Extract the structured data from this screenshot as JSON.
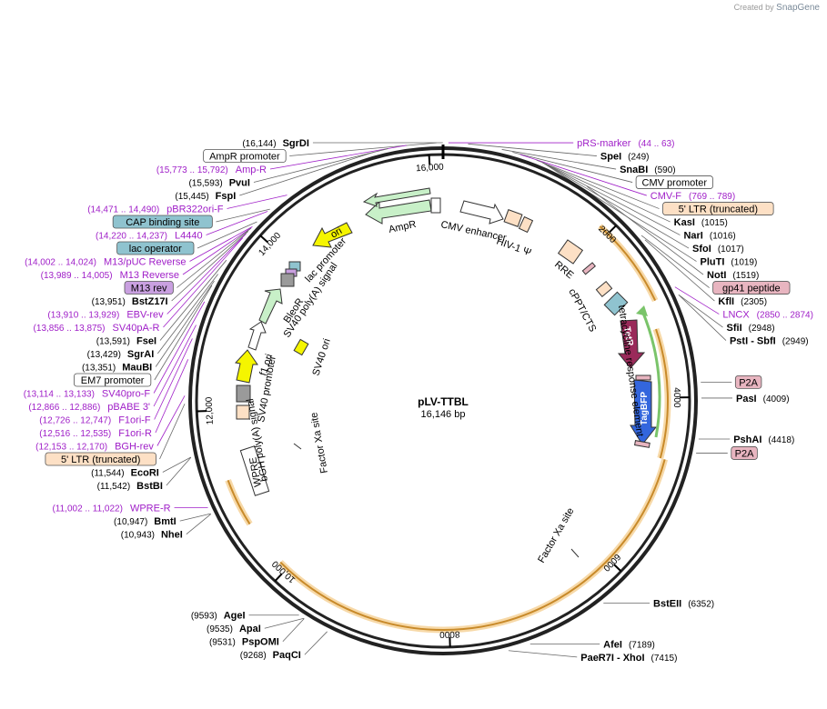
{
  "credit": {
    "prefix": "Created by",
    "brand": "SnapGene"
  },
  "plasmid": {
    "name": "pLV-TTBL",
    "length_label": "16,146 bp",
    "total_bp": 16146
  },
  "ticks": [
    {
      "label": "2000",
      "bp": 2000
    },
    {
      "label": "4000",
      "bp": 4000
    },
    {
      "label": "6000",
      "bp": 6000
    },
    {
      "label": "8000",
      "bp": 8000
    },
    {
      "label": "10,000",
      "bp": 10000
    },
    {
      "label": "12,000",
      "bp": 12000
    },
    {
      "label": "14,000",
      "bp": 14000
    },
    {
      "label": "16,000",
      "bp": 16000
    }
  ],
  "enzymes": [
    {
      "name": "SgrDI",
      "pos": "(16,144)",
      "bp": 16144,
      "side": "left"
    },
    {
      "name": "SpeI",
      "pos": "(249)",
      "bp": 249,
      "side": "right"
    },
    {
      "name": "SnaBI",
      "pos": "(590)",
      "bp": 590,
      "side": "right"
    },
    {
      "name": "KasI",
      "pos": "(1015)",
      "bp": 1015,
      "side": "right"
    },
    {
      "name": "NarI",
      "pos": "(1016)",
      "bp": 1016,
      "side": "right"
    },
    {
      "name": "SfoI",
      "pos": "(1017)",
      "bp": 1017,
      "side": "right"
    },
    {
      "name": "PluTI",
      "pos": "(1019)",
      "bp": 1019,
      "side": "right"
    },
    {
      "name": "NotI",
      "pos": "(1519)",
      "bp": 1519,
      "side": "right"
    },
    {
      "name": "KflI",
      "pos": "(2305)",
      "bp": 2305,
      "side": "right"
    },
    {
      "name": "SfiI",
      "pos": "(2948)",
      "bp": 2948,
      "side": "right"
    },
    {
      "name": "PstI  - SbfI",
      "pos": "(2949)",
      "bp": 2949,
      "side": "right"
    },
    {
      "name": "PasI",
      "pos": "(4009)",
      "bp": 4009,
      "side": "right"
    },
    {
      "name": "PshAI",
      "pos": "(4418)",
      "bp": 4418,
      "side": "right"
    },
    {
      "name": "BstEII",
      "pos": "(6352)",
      "bp": 6352,
      "side": "right"
    },
    {
      "name": "AfeI",
      "pos": "(7189)",
      "bp": 7189,
      "side": "right"
    },
    {
      "name": "PaeR7I  - XhoI",
      "pos": "(7415)",
      "bp": 7415,
      "side": "right"
    },
    {
      "name": "PaqCI",
      "pos": "(9268)",
      "bp": 9268,
      "side": "left"
    },
    {
      "name": "PspOMI",
      "pos": "(9531)",
      "bp": 9531,
      "side": "left"
    },
    {
      "name": "ApaI",
      "pos": "(9535)",
      "bp": 9535,
      "side": "left"
    },
    {
      "name": "AgeI",
      "pos": "(9593)",
      "bp": 9593,
      "side": "left"
    },
    {
      "name": "NheI",
      "pos": "(10,943)",
      "bp": 10943,
      "side": "left"
    },
    {
      "name": "BmtI",
      "pos": "(10,947)",
      "bp": 10947,
      "side": "left"
    },
    {
      "name": "BstBI",
      "pos": "(11,542)",
      "bp": 11542,
      "side": "left"
    },
    {
      "name": "EcoRI",
      "pos": "(11,544)",
      "bp": 11544,
      "side": "left"
    },
    {
      "name": "MauBI",
      "pos": "(13,351)",
      "bp": 13351,
      "side": "left"
    },
    {
      "name": "SgrAI",
      "pos": "(13,429)",
      "bp": 13429,
      "side": "left"
    },
    {
      "name": "FseI",
      "pos": "(13,591)",
      "bp": 13591,
      "side": "left"
    },
    {
      "name": "BstZ17I",
      "pos": "(13,951)",
      "bp": 13951,
      "side": "left"
    },
    {
      "name": "FspI",
      "pos": "(15,445)",
      "bp": 15445,
      "side": "left"
    },
    {
      "name": "PvuI",
      "pos": "(15,593)",
      "bp": 15593,
      "side": "left"
    }
  ],
  "primers": [
    {
      "name": "pRS-marker",
      "range": "(44 .. 63)",
      "bp": 53,
      "side": "right"
    },
    {
      "name": "CMV-F",
      "range": "(769 .. 789)",
      "bp": 779,
      "side": "right"
    },
    {
      "name": "LNCX",
      "range": "(2850 .. 2874)",
      "bp": 2862,
      "side": "right"
    },
    {
      "name": "Amp-R",
      "range": "(15,773 .. 15,792)",
      "bp": 15782,
      "side": "left"
    },
    {
      "name": "pBR322ori-F",
      "range": "(14,471 .. 14,490)",
      "bp": 14480,
      "side": "left"
    },
    {
      "name": "L4440",
      "range": "(14,220 .. 14,237)",
      "bp": 14228,
      "side": "left"
    },
    {
      "name": "M13/pUC Reverse",
      "range": "(14,002 .. 14,024)",
      "bp": 14013,
      "side": "left"
    },
    {
      "name": "M13 Reverse",
      "range": "(13,989 .. 14,005)",
      "bp": 13997,
      "side": "left"
    },
    {
      "name": "EBV-rev",
      "range": "(13,910 .. 13,929)",
      "bp": 13919,
      "side": "left"
    },
    {
      "name": "SV40pA-R",
      "range": "(13,856 .. 13,875)",
      "bp": 13865,
      "side": "left"
    },
    {
      "name": "SV40pro-F",
      "range": "(13,114 .. 13,133)",
      "bp": 13123,
      "side": "left"
    },
    {
      "name": "pBABE 3'",
      "range": "(12,866 .. 12,886)",
      "bp": 12876,
      "side": "left"
    },
    {
      "name": "F1ori-F",
      "range": "(12,726 .. 12,747)",
      "bp": 12736,
      "side": "left"
    },
    {
      "name": "F1ori-R",
      "range": "(12,516 .. 12,535)",
      "bp": 12525,
      "side": "left"
    },
    {
      "name": "BGH-rev",
      "range": "(12,153 .. 12,170)",
      "bp": 12161,
      "side": "left"
    },
    {
      "name": "WPRE-R",
      "range": "(11,002 .. 11,022)",
      "bp": 11012,
      "side": "left"
    }
  ],
  "callouts": [
    {
      "text": "AmpR promoter",
      "bp": 16080,
      "side": "left",
      "fill": "#ffffff"
    },
    {
      "text": "CMV promoter",
      "bp": 700,
      "side": "right",
      "fill": "#ffffff"
    },
    {
      "text": "5' LTR (truncated)",
      "bp": 950,
      "side": "right",
      "fill": "#fde0c5"
    },
    {
      "text": "gp41 peptide",
      "bp": 2250,
      "side": "right",
      "fill": "#e8b5c0"
    },
    {
      "text": "P2A",
      "bp": 3850,
      "side": "right",
      "fill": "#e8b5c0"
    },
    {
      "text": "P2A",
      "bp": 4560,
      "side": "right",
      "fill": "#e8b5c0"
    },
    {
      "text": "CAP binding site",
      "bp": 14260,
      "side": "left",
      "fill": "#8fc3cf"
    },
    {
      "text": "lac operator",
      "bp": 14080,
      "side": "left",
      "fill": "#8fc3cf"
    },
    {
      "text": "M13 rev",
      "bp": 13990,
      "side": "left",
      "fill": "#c9a0e0"
    },
    {
      "text": "EM7 promoter",
      "bp": 13300,
      "side": "left",
      "fill": "#ffffff"
    },
    {
      "text": "5' LTR (truncated)",
      "bp": 12080,
      "side": "left",
      "fill": "#fde0c5"
    }
  ],
  "features": [
    {
      "name": "AmpR",
      "color": "#c8f0c8"
    },
    {
      "name": "ori",
      "color": "#f5f500"
    },
    {
      "name": "lac promoter",
      "color": "#ffffff"
    },
    {
      "name": "SV40 poly(A) signal",
      "color": "#ffffff"
    },
    {
      "name": "BleoR",
      "color": "#c8f0c8"
    },
    {
      "name": "SV40 ori",
      "color": "#f5f500"
    },
    {
      "name": "f1 ori",
      "color": "#f5f500"
    },
    {
      "name": "SV40 promoter",
      "color": "#ffffff"
    },
    {
      "name": "bGH poly(A) signal",
      "color": "#ffffff"
    },
    {
      "name": "Factor Xa site",
      "color": "#ffffff"
    },
    {
      "name": "WPRE",
      "color": "#ffffff"
    },
    {
      "name": "CMV enhancer",
      "color": "#ffffff"
    },
    {
      "name": "HIV-1 Ψ",
      "color": "#fde0c5"
    },
    {
      "name": "RRE",
      "color": "#fde0c5"
    },
    {
      "name": "cPPT/CTS",
      "color": "#fde0c5"
    },
    {
      "name": "TetR",
      "color": "#9a2a5a"
    },
    {
      "name": "TagBFP",
      "color": "#3366dd"
    },
    {
      "name": "tetracycline response element",
      "color": "#ffffff"
    },
    {
      "name": "Factor Xa site",
      "color": "#ffffff"
    }
  ]
}
